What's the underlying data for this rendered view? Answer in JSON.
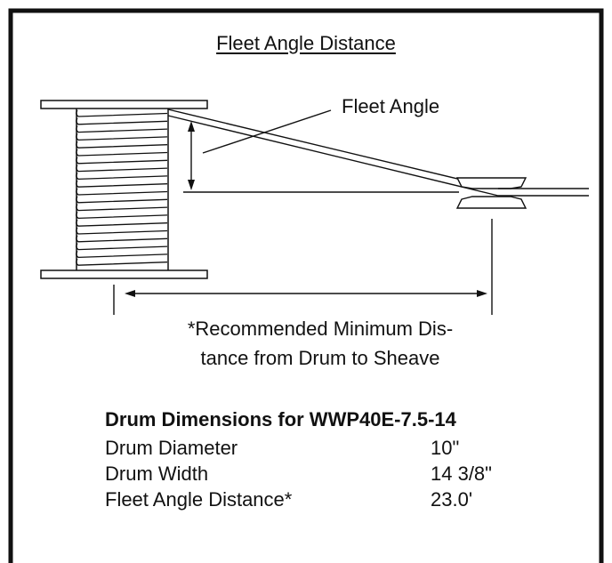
{
  "diagram": {
    "title": "Fleet Angle Distance",
    "fleet_angle_label": "Fleet Angle",
    "note_line1": "*Recommended Minimum Dis-",
    "note_line2": "tance from Drum to Sheave"
  },
  "dimensions": {
    "title": "Drum Dimensions for WWP40E-7.5-14",
    "rows": [
      {
        "label": "Drum Diameter",
        "value": "10\""
      },
      {
        "label": "Drum Width",
        "value": "14 3/8\""
      },
      {
        "label": "Fleet Angle Distance*",
        "value": "23.0'"
      }
    ]
  },
  "colors": {
    "ink": "#111111",
    "background": "#ffffff"
  }
}
